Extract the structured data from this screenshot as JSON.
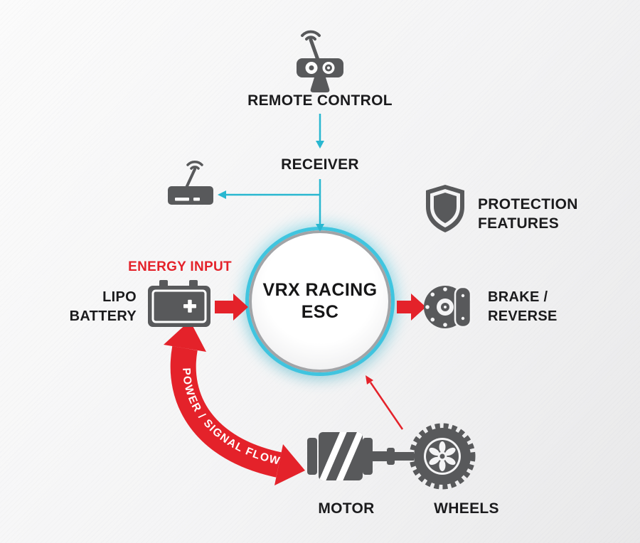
{
  "colors": {
    "accent_teal": "#29b7d0",
    "accent_red": "#e4222a",
    "icon_gray": "#58595b",
    "text_dark": "#1b1b1d",
    "glow_cyan": "#39c3de"
  },
  "nodes": {
    "remote_control": {
      "label": "REMOTE CONTROL",
      "icon": "rc-transmitter-icon"
    },
    "receiver": {
      "label": "RECEIVER",
      "icon": "receiver-icon"
    },
    "esc": {
      "label": "VRX RACING\nESC"
    },
    "protection": {
      "label": "PROTECTION\nFEATURES",
      "icon": "shield-icon"
    },
    "brake": {
      "label": "BRAKE /\nREVERSE",
      "icon": "brake-disc-icon"
    },
    "battery": {
      "label": "LIPO\nBATTERY",
      "sublabel": "ENERGY INPUT",
      "icon": "battery-icon"
    },
    "motor": {
      "label": "MOTOR",
      "icon": "motor-icon"
    },
    "wheels": {
      "label": "WHEELS",
      "icon": "wheel-icon"
    }
  },
  "flow": {
    "label": "POWER / SIGNAL FLOW"
  }
}
